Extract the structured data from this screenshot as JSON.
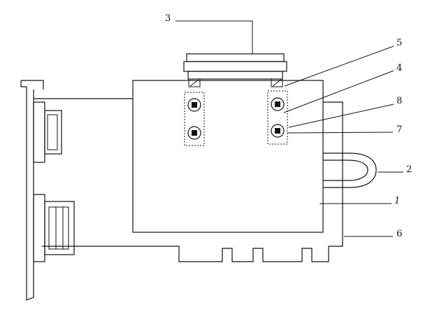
{
  "figure": {
    "type": "technical-line-diagram",
    "subject": "add-in card with cover, retention screws, bracket ports and handle",
    "ink_color": "#111111",
    "background_color": "#ffffff",
    "callouts": [
      {
        "number": "3"
      },
      {
        "number": "5"
      },
      {
        "number": "4"
      },
      {
        "number": "8"
      },
      {
        "number": "7"
      },
      {
        "number": "2"
      },
      {
        "number": "1"
      },
      {
        "number": "6"
      }
    ]
  }
}
